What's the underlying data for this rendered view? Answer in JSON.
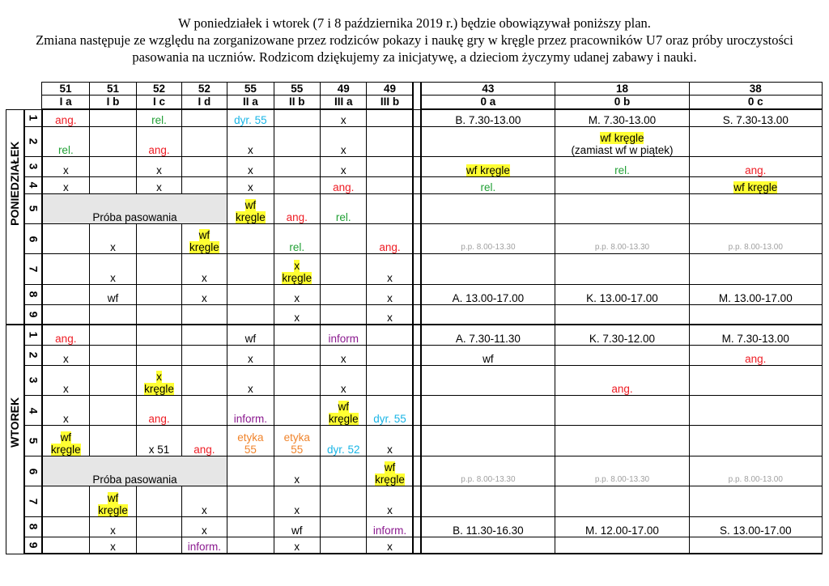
{
  "header": {
    "line1": "W poniedziałek i wtorek (7 i 8 października 2019 r.) będzie obowiązywał poniższy plan.",
    "line2": "Zmiana następuje ze względu na zorganizowane przez rodziców pokazy i naukę gry w kręgle przez pracowników U7 oraz próby uroczystości",
    "line3": "pasowania na uczniów. Rodzicom dziękujemy za inicjatywę, a dzieciom życzymy udanej zabawy i nauki."
  },
  "columns": [
    {
      "room": "51",
      "cls": "I a"
    },
    {
      "room": "51",
      "cls": "I b"
    },
    {
      "room": "52",
      "cls": "I c"
    },
    {
      "room": "52",
      "cls": "I d"
    },
    {
      "room": "55",
      "cls": "II a"
    },
    {
      "room": "55",
      "cls": "II b"
    },
    {
      "room": "49",
      "cls": "III a"
    },
    {
      "room": "49",
      "cls": "III b"
    },
    {
      "room": "43",
      "cls": "0 a"
    },
    {
      "room": "18",
      "cls": "0 b"
    },
    {
      "room": "38",
      "cls": "0 c"
    }
  ],
  "colors": {
    "highlight": "#ffff33",
    "red": "#ee1c24",
    "green": "#22a036",
    "cyan": "#19b5e6",
    "purple": "#8b1a8f",
    "orange": "#f0842c",
    "gray_band": "#e6e6e6"
  },
  "days": [
    {
      "name": "PONIEDZIAŁEK",
      "rows": [
        {
          "num": "1",
          "h": 20,
          "cells": [
            {
              "t": "ang.",
              "c": "red"
            },
            {},
            {
              "t": "rel.",
              "c": "green"
            },
            {},
            {
              "t": "dyr. 55",
              "c": "cyan"
            },
            {},
            {
              "t": "x"
            },
            {},
            {
              "t": "B. 7.30-13.00"
            },
            {
              "t": "M. 7.30-13.00"
            },
            {
              "t": "S. 7.30-13.00"
            }
          ]
        },
        {
          "num": "2",
          "h": 36,
          "cells": [
            {
              "t": "rel.",
              "c": "green"
            },
            {},
            {
              "t": "ang.",
              "c": "red"
            },
            {},
            {
              "t": "x"
            },
            {},
            {
              "t": "x"
            },
            {},
            {},
            {
              "lines": [
                {
                  "t": "wf kręgle",
                  "hl": true
                },
                {
                  "t": "(zamiast wf w piątek)"
                }
              ]
            },
            {}
          ]
        },
        {
          "num": "3",
          "h": 24,
          "cells": [
            {
              "t": "x"
            },
            {},
            {
              "t": "x"
            },
            {},
            {
              "t": "x"
            },
            {},
            {
              "t": "x"
            },
            {},
            {
              "t": "wf kręgle",
              "hl": true
            },
            {
              "t": "rel.",
              "c": "green"
            },
            {
              "t": "ang.",
              "c": "red"
            }
          ]
        },
        {
          "num": "4",
          "h": 20,
          "cells": [
            {
              "t": "x"
            },
            {},
            {
              "t": "x"
            },
            {},
            {
              "t": "x"
            },
            {},
            {
              "t": "ang.",
              "c": "red"
            },
            {},
            {
              "t": "rel.",
              "c": "green"
            },
            {},
            {
              "t": "wf kręgle",
              "hl": true
            }
          ]
        },
        {
          "num": "5",
          "h": 36,
          "cells": [
            {
              "t": "Próba pasowania",
              "span": 4,
              "gray": true
            },
            {
              "lines": [
                {
                  "t": "wf",
                  "hl": true
                },
                {
                  "t": "kręgle",
                  "hl": true
                }
              ]
            },
            {
              "t": "ang.",
              "c": "red"
            },
            {
              "t": "rel.",
              "c": "green"
            },
            {},
            {},
            {},
            {}
          ]
        },
        {
          "num": "6",
          "h": 36,
          "cells": [
            {},
            {
              "t": "x"
            },
            {},
            {
              "lines": [
                {
                  "t": "wf",
                  "hl": true
                },
                {
                  "t": "kręgle",
                  "hl": true
                }
              ]
            },
            {},
            {
              "t": "rel.",
              "c": "green"
            },
            {},
            {
              "t": "ang.",
              "c": "red"
            },
            {
              "t": "p.p. 8.00-13.30",
              "pp": true
            },
            {
              "t": "p.p. 8.00-13.30",
              "pp": true
            },
            {
              "t": "p.p. 8.00-13.00",
              "pp": true
            }
          ]
        },
        {
          "num": "7",
          "h": 36,
          "cells": [
            {},
            {
              "t": "x"
            },
            {},
            {
              "t": "x"
            },
            {},
            {
              "lines": [
                {
                  "t": "x",
                  "hl": true
                },
                {
                  "t": "kręgle",
                  "hl": true
                }
              ]
            },
            {},
            {
              "t": "x"
            },
            {},
            {},
            {}
          ]
        },
        {
          "num": "8",
          "h": 24,
          "cells": [
            {},
            {
              "t": "wf"
            },
            {},
            {
              "t": "x"
            },
            {},
            {
              "t": "x"
            },
            {},
            {
              "t": "x"
            },
            {
              "t": "A. 13.00-17.00"
            },
            {
              "t": "K. 13.00-17.00"
            },
            {
              "t": "M. 13.00-17.00"
            }
          ]
        },
        {
          "num": "9",
          "h": 24,
          "cells": [
            {},
            {},
            {},
            {},
            {},
            {
              "t": "x"
            },
            {},
            {
              "t": "x"
            },
            {},
            {},
            {}
          ]
        }
      ]
    },
    {
      "name": "WTOREK",
      "rows": [
        {
          "num": "1",
          "h": 24,
          "cells": [
            {
              "t": "ang.",
              "c": "red"
            },
            {},
            {},
            {},
            {
              "t": "wf"
            },
            {},
            {
              "t": "inform",
              "c": "purple"
            },
            {},
            {
              "t": "A. 7.30-11.30"
            },
            {
              "t": "K. 7.30-12.00"
            },
            {
              "t": "M. 7.30-13.00"
            }
          ]
        },
        {
          "num": "2",
          "h": 24,
          "cells": [
            {
              "t": "x"
            },
            {},
            {},
            {},
            {
              "t": "x"
            },
            {},
            {
              "t": "x"
            },
            {},
            {
              "t": "wf"
            },
            {},
            {
              "t": "ang.",
              "c": "red"
            }
          ]
        },
        {
          "num": "3",
          "h": 36,
          "cells": [
            {
              "t": "x"
            },
            {},
            {
              "lines": [
                {
                  "t": "x",
                  "hl": true
                },
                {
                  "t": "kręgle",
                  "hl": true
                }
              ]
            },
            {},
            {
              "t": "x"
            },
            {},
            {
              "t": "x"
            },
            {},
            {},
            {
              "t": "ang.",
              "c": "red"
            },
            {}
          ]
        },
        {
          "num": "4",
          "h": 36,
          "cells": [
            {
              "t": "x"
            },
            {},
            {
              "t": "ang.",
              "c": "red"
            },
            {},
            {
              "t": "inform.",
              "c": "purple"
            },
            {},
            {
              "lines": [
                {
                  "t": "wf",
                  "hl": true
                },
                {
                  "t": "kręgle",
                  "hl": true
                }
              ]
            },
            {
              "t": "dyr. 55",
              "c": "cyan"
            },
            {},
            {},
            {}
          ]
        },
        {
          "num": "5",
          "h": 36,
          "cells": [
            {
              "lines": [
                {
                  "t": "wf",
                  "hl": true
                },
                {
                  "t": "kręgle",
                  "hl": true
                }
              ]
            },
            {},
            {
              "t": "x 51"
            },
            {
              "t": "ang.",
              "c": "red"
            },
            {
              "lines": [
                {
                  "t": "etyka",
                  "c": "orange"
                },
                {
                  "t": "55",
                  "c": "orange"
                }
              ]
            },
            {
              "lines": [
                {
                  "t": "etyka",
                  "c": "orange"
                },
                {
                  "t": "55",
                  "c": "orange"
                }
              ]
            },
            {
              "t": "dyr. 52",
              "c": "cyan"
            },
            {
              "t": "x"
            },
            {},
            {},
            {}
          ]
        },
        {
          "num": "6",
          "h": 36,
          "cells": [
            {
              "t": "Próba pasowania",
              "span": 4,
              "gray": true
            },
            {},
            {
              "t": "x"
            },
            {},
            {
              "lines": [
                {
                  "t": "wf",
                  "hl": true
                },
                {
                  "t": "kręgle",
                  "hl": true
                }
              ]
            },
            {
              "t": "p.p. 8.00-13.30",
              "pp": true
            },
            {
              "t": "p.p. 8.00-13.30",
              "pp": true
            },
            {
              "t": "p.p. 8.00-13.00",
              "pp": true
            }
          ]
        },
        {
          "num": "7",
          "h": 36,
          "cells": [
            {},
            {
              "lines": [
                {
                  "t": "wf",
                  "hl": true
                },
                {
                  "t": "kręgle",
                  "hl": true
                }
              ]
            },
            {},
            {
              "t": "x"
            },
            {},
            {
              "t": "x"
            },
            {},
            {
              "t": "x"
            },
            {},
            {},
            {}
          ]
        },
        {
          "num": "8",
          "h": 24,
          "cells": [
            {},
            {
              "t": "x"
            },
            {},
            {
              "t": "x"
            },
            {},
            {
              "t": "wf"
            },
            {},
            {
              "t": "inform.",
              "c": "purple"
            },
            {
              "t": "B. 11.30-16.30"
            },
            {
              "t": "M. 12.00-17.00"
            },
            {
              "t": "S. 13.00-17.00"
            }
          ]
        },
        {
          "num": "9",
          "h": 20,
          "cells": [
            {},
            {
              "t": "x"
            },
            {},
            {
              "t": "inform.",
              "c": "purple"
            },
            {},
            {
              "t": "x"
            },
            {},
            {
              "t": "x"
            },
            {},
            {},
            {}
          ]
        }
      ]
    }
  ]
}
